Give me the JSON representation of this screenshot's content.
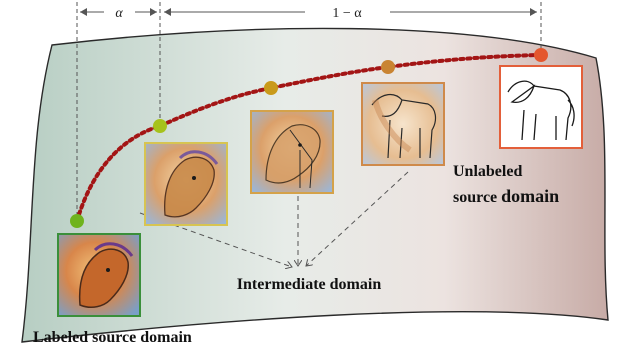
{
  "labels": {
    "alpha": "α",
    "one_minus_alpha": "1 − α",
    "labeled_source": "Labeled source domain",
    "intermediate": "Intermediate domain",
    "unlabeled_line1": "Unlabeled",
    "unlabeled_line2_a": "source ",
    "unlabeled_line2_b": "domain"
  },
  "colors": {
    "path": "#a31515",
    "arrow": "#555555",
    "dots": [
      "#6fb31d",
      "#a6c21c",
      "#c99a1a",
      "#c98432",
      "#e4572e"
    ],
    "frames": [
      "#3a8f3a",
      "#d7c452",
      "#d4a24a",
      "#cf8a4a",
      "#e35f3a"
    ]
  },
  "icons": {
    "images": [
      "painted-horse-head",
      "painted-horse-head",
      "blended-horse",
      "blended-horse-sketch",
      "horse-line-sketch"
    ]
  }
}
